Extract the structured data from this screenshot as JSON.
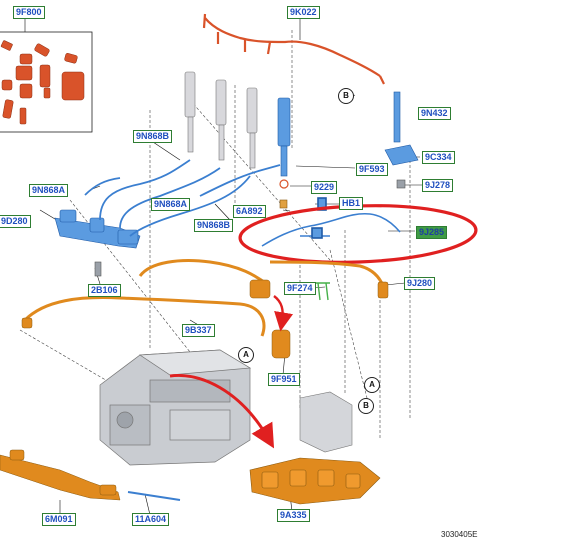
{
  "labels": {
    "9F800": "9F800",
    "9K022": "9K022",
    "9N432": "9N432",
    "9C334": "9C334",
    "9J278": "9J278",
    "9F593": "9F593",
    "9229": "9229",
    "HB1": "HB1",
    "6A892": "6A892",
    "9J285": "9J285",
    "9N868B_top": "9N868B",
    "9N868A_left": "9N868A",
    "9N868A_mid": "9N868A",
    "9N868B_low": "9N868B",
    "9D280": "9D280",
    "2B106": "2B106",
    "9F274": "9F274",
    "9J280": "9J280",
    "9B337": "9B337",
    "9F951": "9F951",
    "6M091": "6M091",
    "11A604": "11A604",
    "9A335": "9A335"
  },
  "callouts": {
    "B_top": "B",
    "A_mid": "A",
    "A_right": "A",
    "B_right": "B"
  },
  "diagram_ref": "3030405E",
  "colors": {
    "label_text": "#1f4fbf",
    "label_border": "#2e7d32",
    "highlight_fill": "#3f9b45",
    "highlight_ellipse": "#e02020",
    "hose_orange": "#e08a1e",
    "fuel_rail_blue": "#3b7fd0",
    "harness_red": "#d9532a",
    "engine_gray": "#c9ccd1"
  }
}
